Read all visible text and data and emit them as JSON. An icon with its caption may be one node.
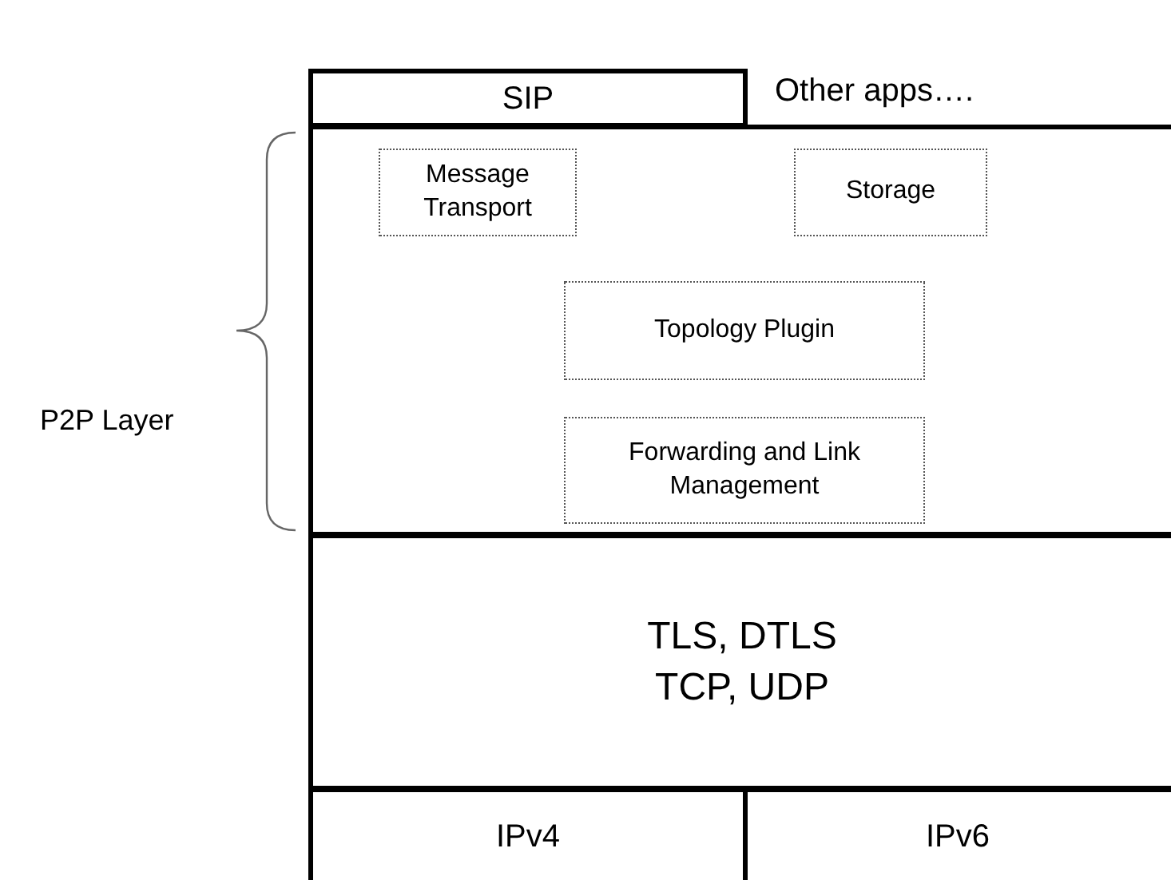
{
  "diagram": {
    "nodes": [
      {
        "text": [
          "SIP"
        ]
      },
      {
        "text": [],
        "shape": "box"
      },
      {
        "text": [
          "Message Transport"
        ],
        "in": 1
      },
      {
        "text": [
          "Storage"
        ],
        "in": 1
      },
      {
        "text": [
          "Topology Plugin"
        ],
        "in": 1
      },
      {
        "text": [
          "Forwarding and Link Management"
        ],
        "in": 1
      },
      {
        "text": [
          "TLS, DTLS TCP, UDP"
        ]
      },
      {
        "text": [
          "IPv4"
        ]
      },
      {
        "text": [
          "IPv6"
        ]
      }
    ],
    "edges": [],
    "labels": [
      "Other apps….",
      "P2P Layer"
    ]
  }
}
